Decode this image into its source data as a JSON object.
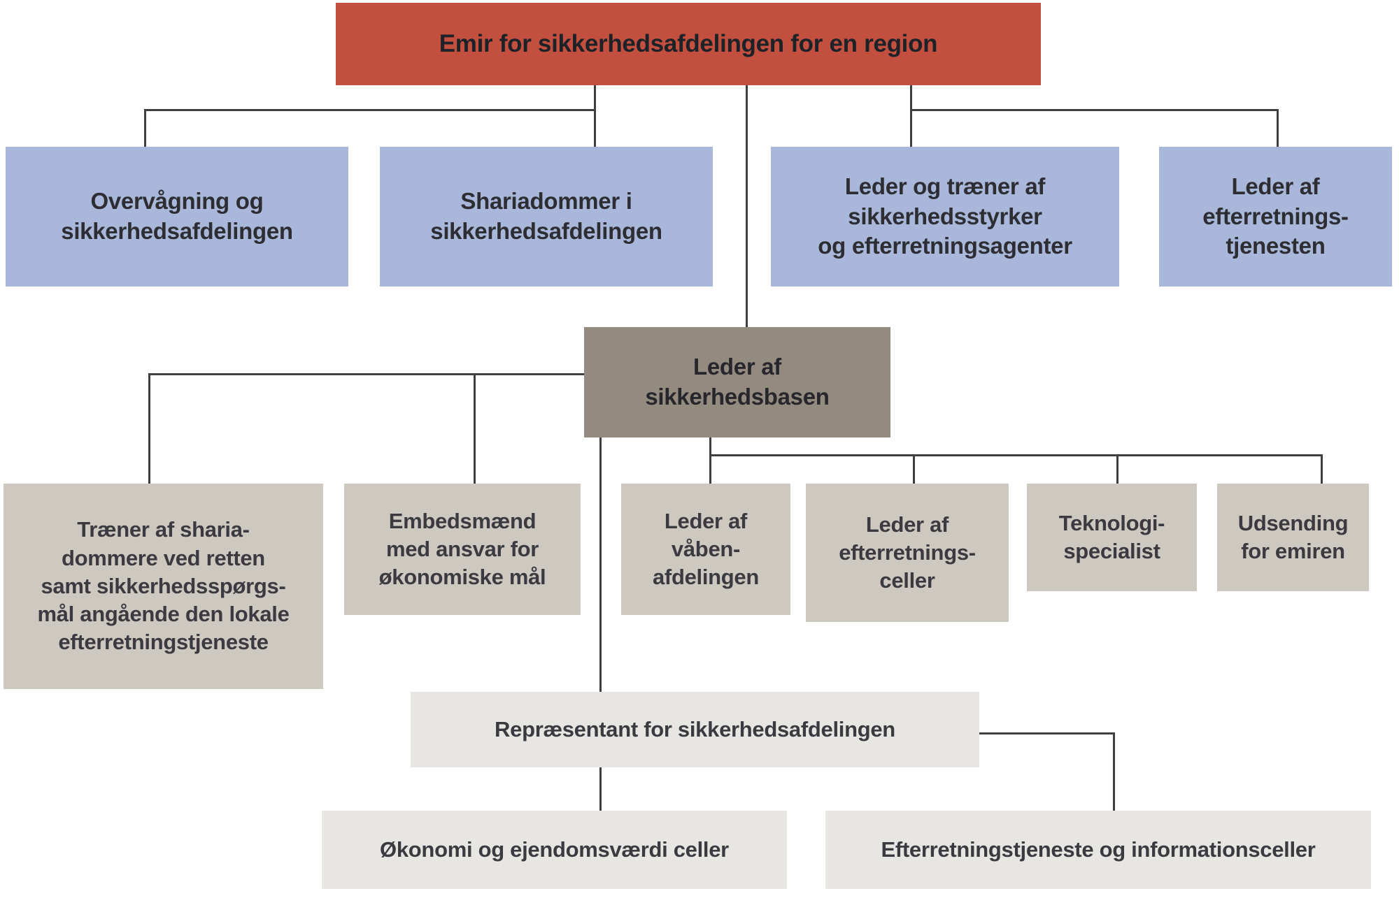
{
  "diagram": {
    "type": "org-chart",
    "language": "da",
    "colors": {
      "root_box": "#c3503f",
      "level2_box": "#a9b8da",
      "base_box": "#948b80",
      "level3_box": "#cdc8c0",
      "light_box": "#e8e6e2",
      "connector_line": "#3f3f3f",
      "text": "#2d2d33"
    },
    "root": {
      "label": "Emir for sikkerhedsafdelingen for en region"
    },
    "level2": [
      {
        "label": "Overvågning og\nsikkerhedsafdelingen"
      },
      {
        "label": "Shariadommer i\nsikkerhedsafdelingen"
      },
      {
        "label": "Leder og træner af\nsikkerhedsstyrker\nog efterretningsagenter"
      },
      {
        "label": "Leder af\nefterretnings-\ntjenesten"
      }
    ],
    "base": {
      "label": "Leder af\nsikkerhedsbasen"
    },
    "level3": [
      {
        "label": "Træner af sharia-\ndommere ved retten\nsamt sikkerhedsspørgs-\nmål angående den lokale\nefterretningstjeneste"
      },
      {
        "label": "Embedsmænd\nmed ansvar for\nøkonomiske mål"
      },
      {
        "label": "Leder af\nvåben-\nafdelingen"
      },
      {
        "label": "Leder af\nefterretnings-\nceller"
      },
      {
        "label": "Teknologi-\nspecialist"
      },
      {
        "label": "Udsending\nfor emiren"
      }
    ],
    "representative": {
      "label": "Repræsentant for sikkerhedsafdelingen"
    },
    "cells": [
      {
        "label": "Økonomi og ejendomsværdi celler"
      },
      {
        "label": "Efterretningstjeneste og informationsceller"
      }
    ]
  }
}
